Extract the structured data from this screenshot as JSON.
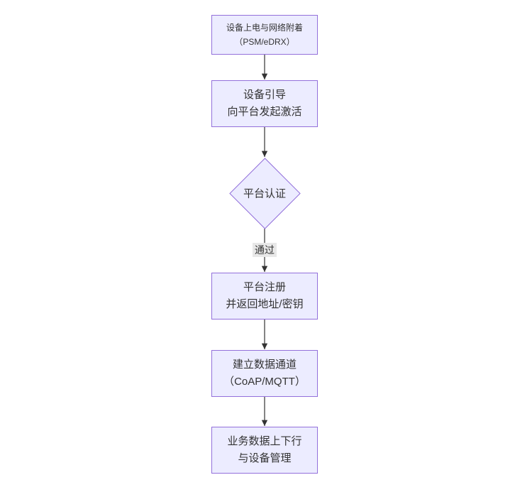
{
  "style": {
    "node_fill": "#ECECFF",
    "node_border": "#9370DB",
    "text_color": "#333333",
    "arrow_color": "#333333",
    "edge_label_background": "#e8e8e8",
    "canvas_background": "#ffffff"
  },
  "nodes": {
    "attach": {
      "line1": "设备上电与网络附着",
      "line2": "（PSM/eDRX）"
    },
    "bootstrap": {
      "line1": "设备引导",
      "line2": "向平台发起激活"
    },
    "auth": {
      "label": "平台认证"
    },
    "register": {
      "line1": "平台注册",
      "line2": "并返回地址/密钥"
    },
    "channel": {
      "line1": "建立数据通道",
      "line2": "（CoAP/MQTT）"
    },
    "business": {
      "line1": "业务数据上下行",
      "line2": "与设备管理"
    }
  },
  "edges": {
    "auth_pass_label": "通过"
  }
}
